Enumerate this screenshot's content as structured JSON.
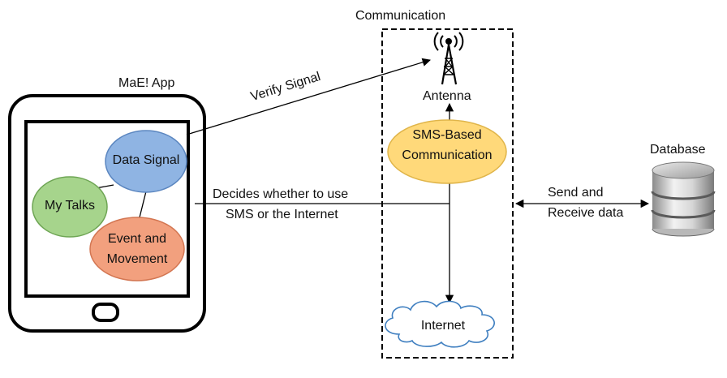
{
  "app": {
    "title": "MaE! App",
    "nodes": {
      "data_signal": "Data Signal",
      "my_talks": "My Talks",
      "event_line1": "Event and",
      "event_line2": "Movement"
    }
  },
  "communication": {
    "title": "Communication",
    "antenna_label": "Antenna",
    "sms_line1": "SMS-Based",
    "sms_line2": "Communication",
    "internet_label": "Internet"
  },
  "edges": {
    "verify_signal": "Verify Signal",
    "decides_line1": "Decides whether to use",
    "decides_line2": "SMS or the Internet",
    "send_line1": "Send and",
    "send_line2": "Receive data"
  },
  "database": {
    "title": "Database"
  },
  "colors": {
    "data_signal_fill": "#8fb4e3",
    "data_signal_stroke": "#5b86c0",
    "my_talks_fill": "#a6d48c",
    "my_talks_stroke": "#6ea554",
    "event_fill": "#f2a07e",
    "event_stroke": "#d37652",
    "sms_fill": "#ffd97a",
    "sms_stroke": "#e0b54a"
  }
}
